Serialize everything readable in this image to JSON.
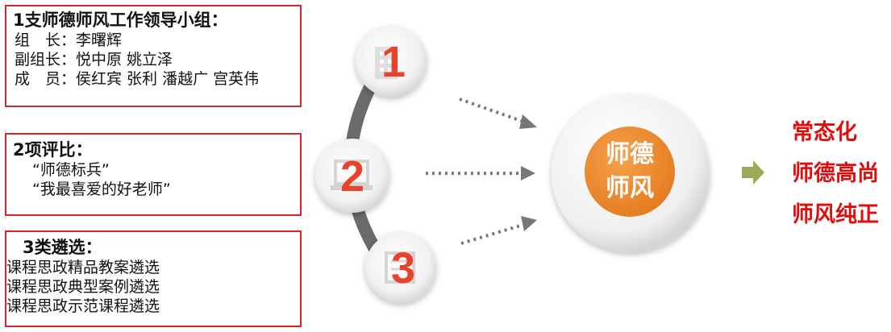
{
  "groups": [
    {
      "heading": "1支师德师风工作领导小组：",
      "lines": [
        "组　长：李曙辉",
        "副组长：悦中原 姚立泽",
        "成　员：侯红宾 张利 潘越广 宫英伟"
      ]
    },
    {
      "heading": "2项评比：",
      "lines": [
        "“师德标兵”",
        "“我最喜爱的好老师”"
      ]
    },
    {
      "heading": "3类遴选：",
      "lines": [
        "课程思政精品教案遴选",
        "课程思政典型案例遴选",
        "课程思政示范课程遴选"
      ]
    }
  ],
  "steps": [
    {
      "number": "1",
      "icon": "building-icon"
    },
    {
      "number": "2",
      "icon": "laptop-icon"
    },
    {
      "number": "3",
      "icon": "document-icon"
    }
  ],
  "center": {
    "line1": "师德",
    "line2": "师风"
  },
  "results": [
    "常态化",
    "师德高尚",
    "师风纯正"
  ],
  "colors": {
    "frame": "#d9262b",
    "accent": "#e8432a",
    "center": "#f08a2c",
    "result": "#e10d0d",
    "arrow": "#9aaa55"
  }
}
